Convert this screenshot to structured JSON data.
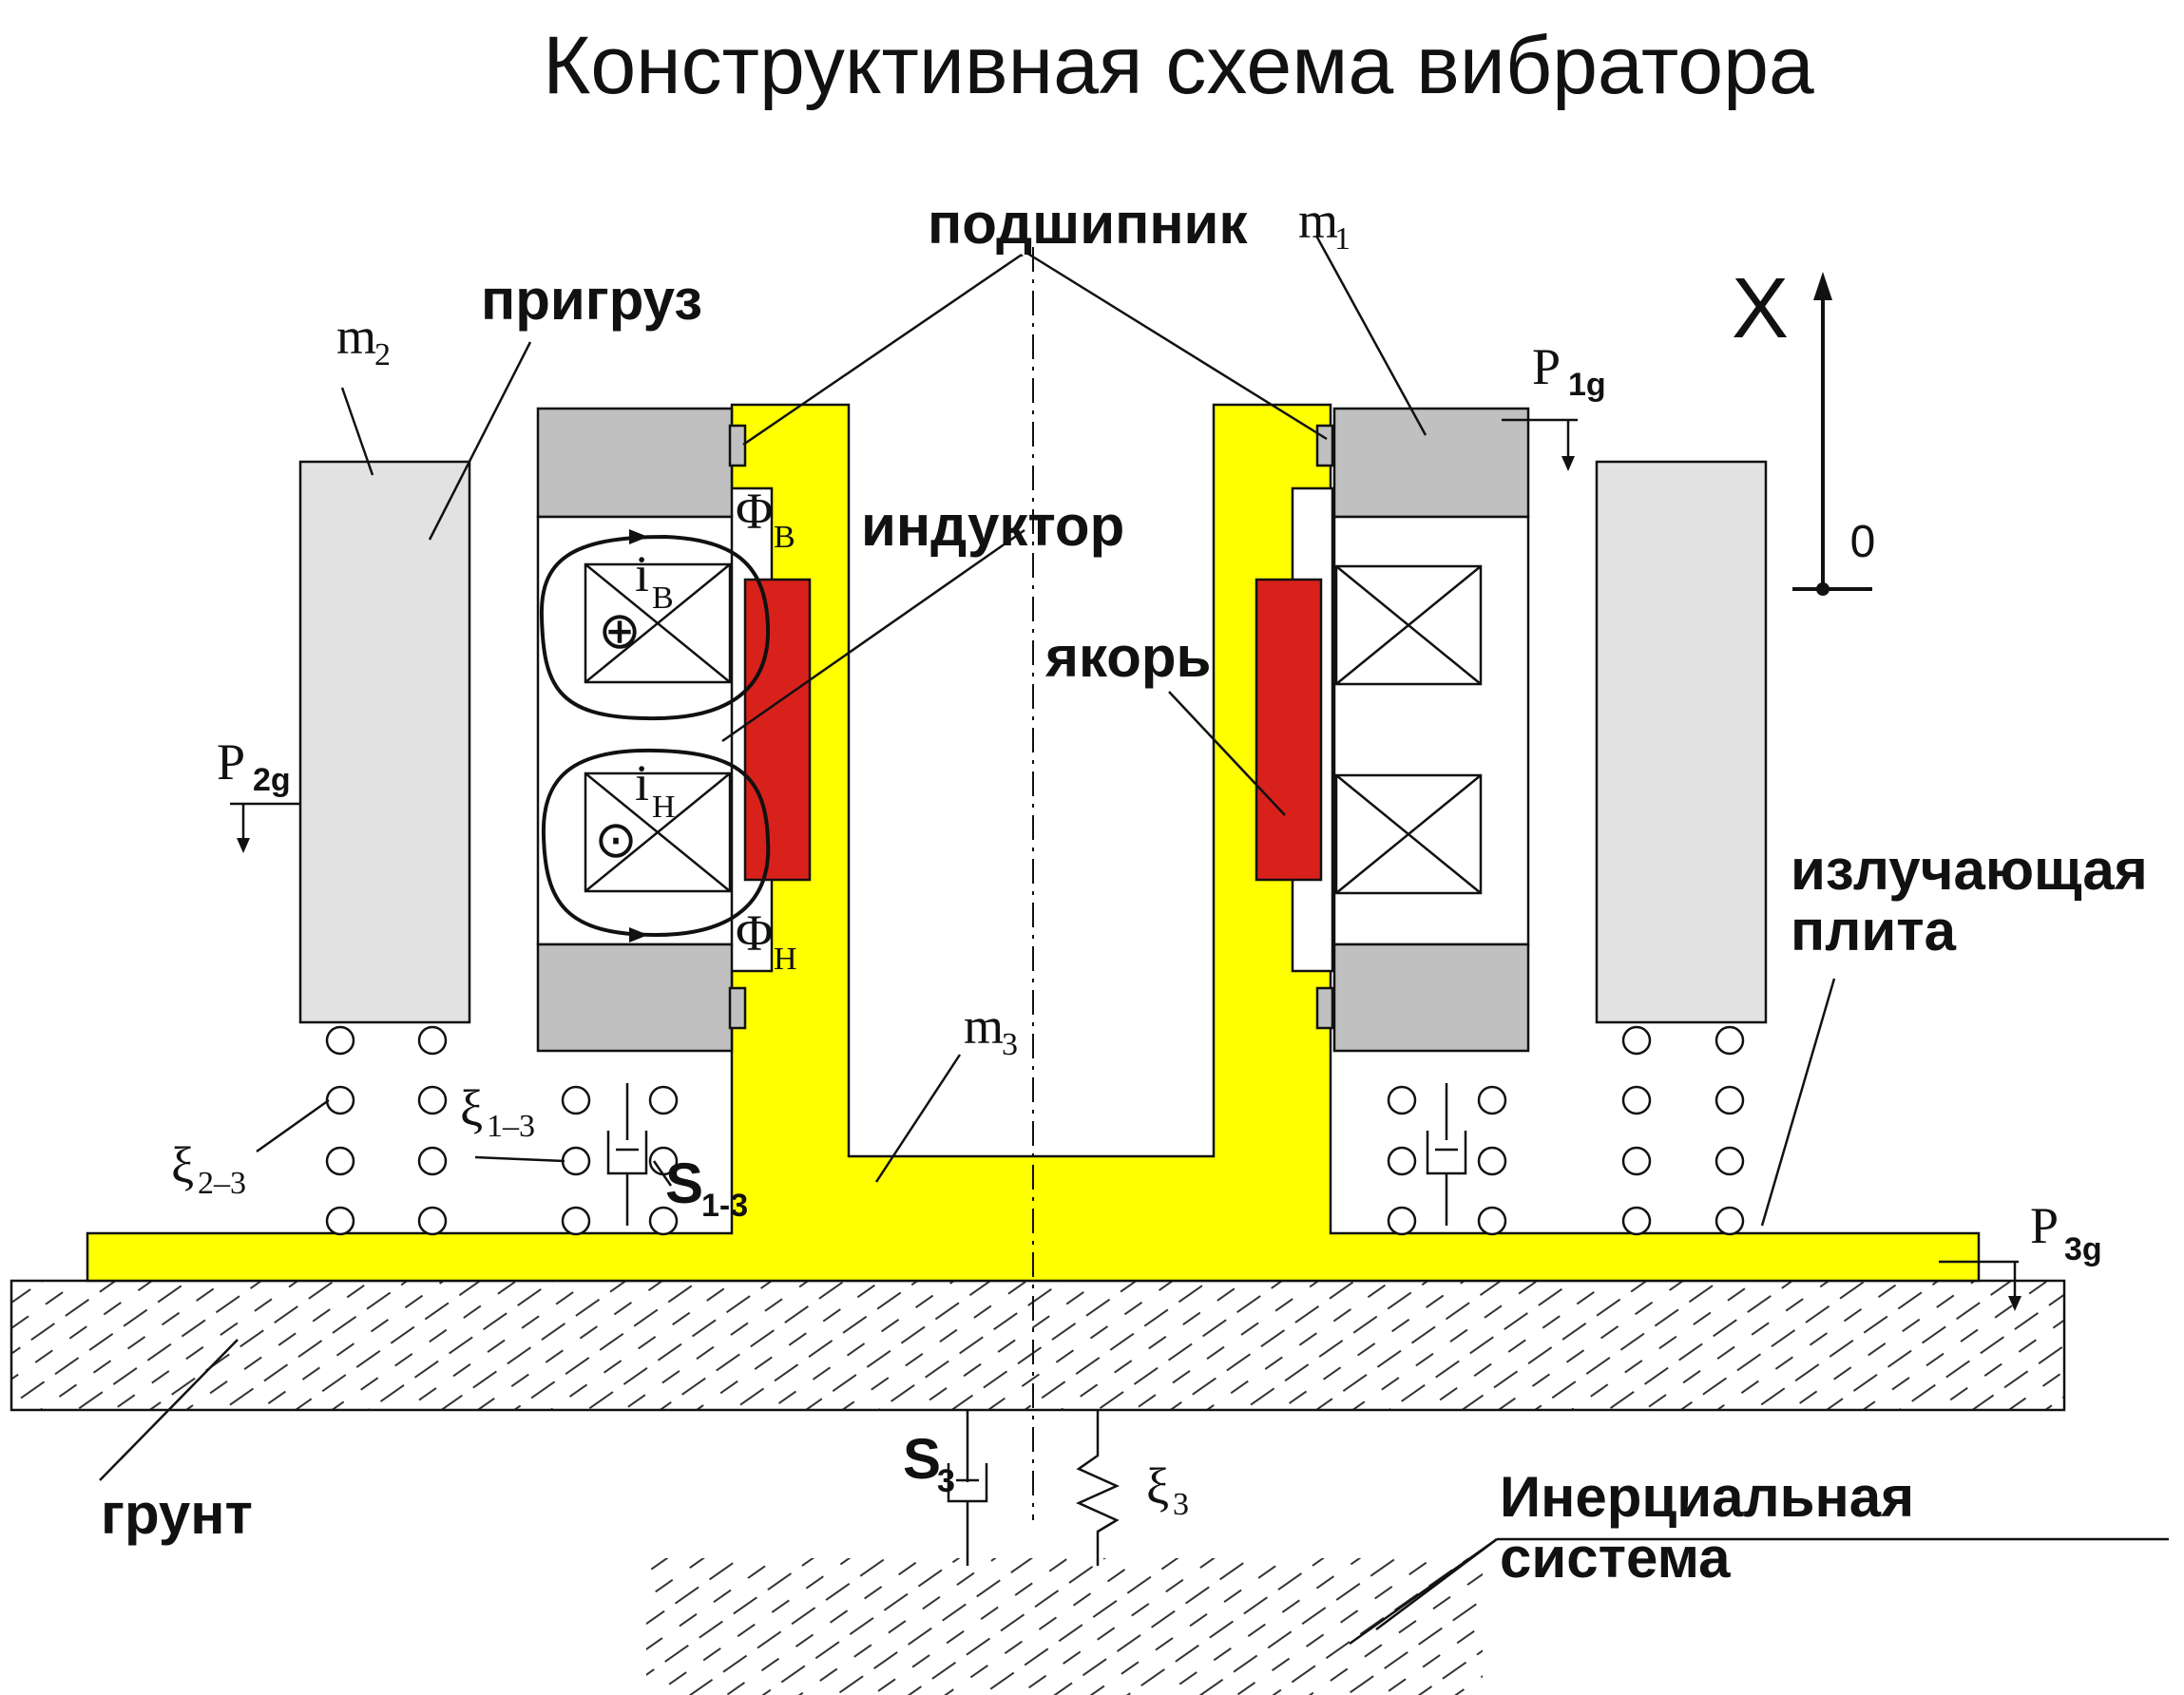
{
  "title": "Конструктивная схема вибратора",
  "labels": {
    "bearing": "подшипник",
    "load": "пригруз",
    "inductor": "индуктор",
    "armature": "якорь",
    "plate_line1": "излучающая",
    "plate_line2": "плита",
    "ground": "грунт",
    "inertial_line1": "Инерциальная",
    "inertial_line2": "система"
  },
  "symbols": {
    "m1": {
      "base": "m",
      "sub": "1"
    },
    "m2": {
      "base": "m",
      "sub": "2"
    },
    "m3": {
      "base": "m",
      "sub": "3"
    },
    "p1g": {
      "base": "P",
      "sub": "1g"
    },
    "p2g": {
      "base": "P",
      "sub": "2g"
    },
    "p3g": {
      "base": "P",
      "sub": "3g"
    },
    "phi_b": {
      "base": "Φ",
      "sub": "В"
    },
    "phi_h": {
      "base": "Φ",
      "sub": "Н"
    },
    "i_b": {
      "base": "i",
      "sub": "В"
    },
    "i_h": {
      "base": "i",
      "sub": "Н"
    },
    "xi13": {
      "base": "ξ",
      "sub": "1–3"
    },
    "xi23": {
      "base": "ξ",
      "sub": "2–3"
    },
    "xi3": {
      "base": "ξ",
      "sub": "3"
    },
    "s13": {
      "base": "S",
      "sub": "1-3"
    },
    "s3": {
      "base": "S",
      "sub": "3"
    }
  },
  "axis": {
    "label": "X",
    "origin": "0"
  },
  "current_marks": {
    "into": "⊕",
    "out": "⊙"
  },
  "colors": {
    "plate": "#ffff00",
    "armature": "#d9211b",
    "magnet": "#c0c0c0",
    "load": "#e2e2e2"
  }
}
